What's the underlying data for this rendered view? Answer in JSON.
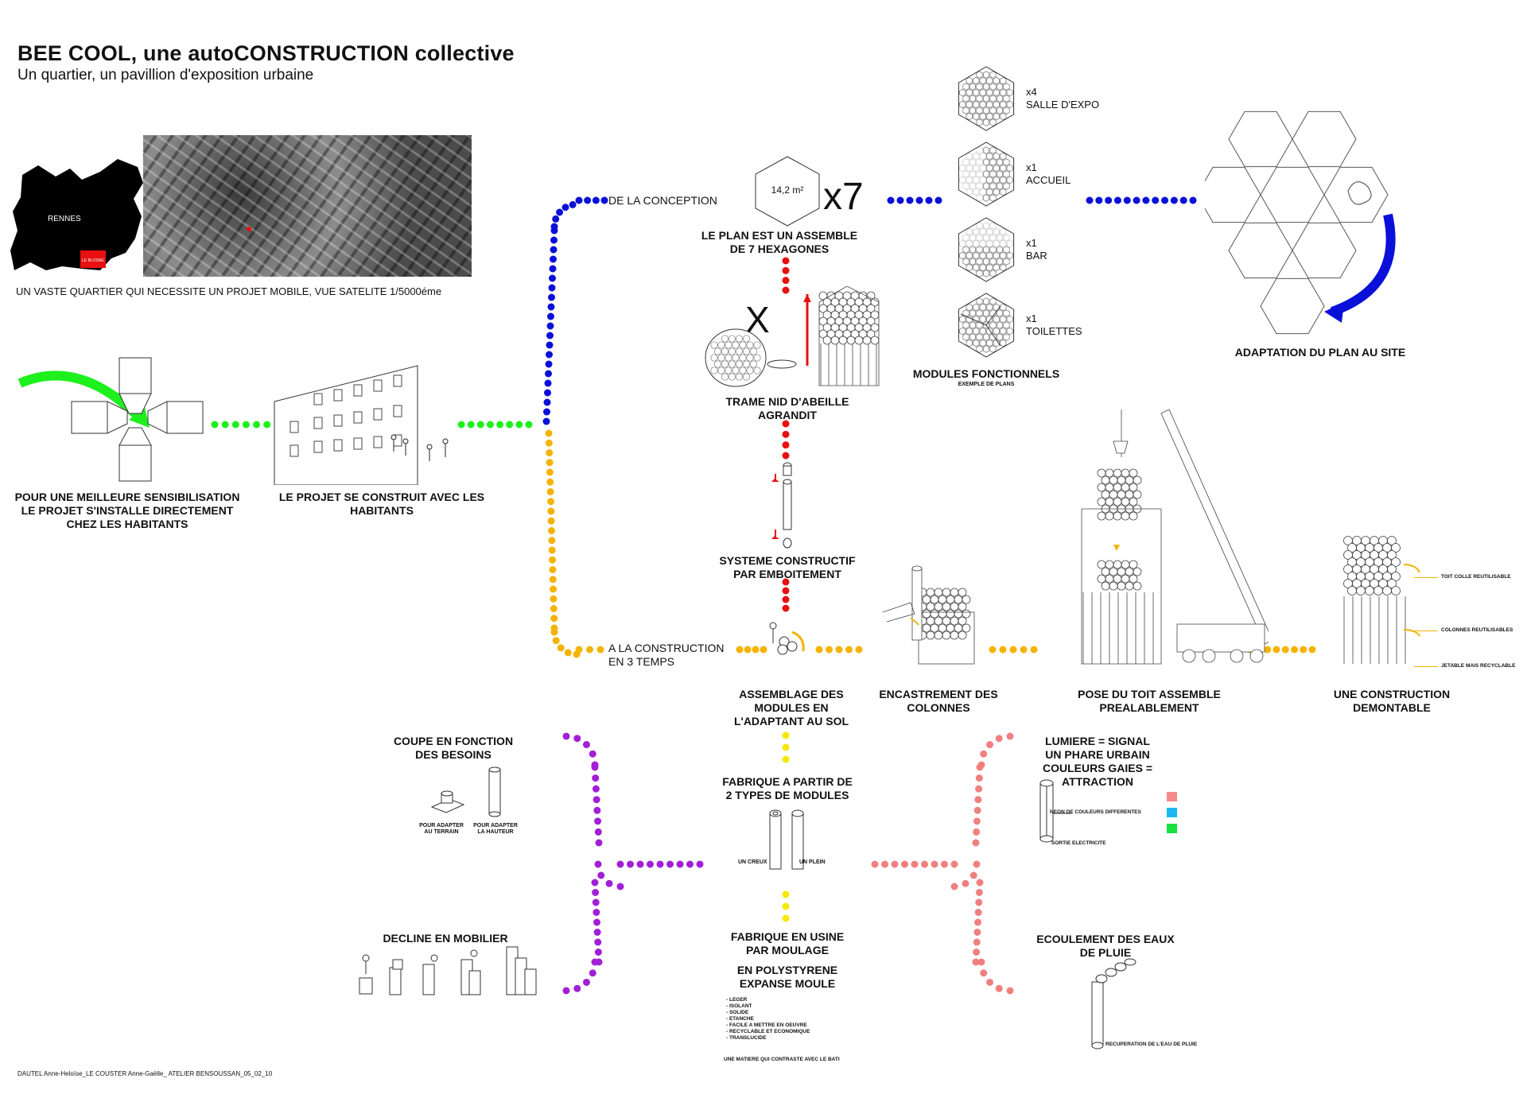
{
  "header": {
    "title": "BEE COOL, une autoCONSTRUCTION  collective",
    "subtitle": "Un quartier, un pavillion d'exposition urbaine"
  },
  "map": {
    "city_label": "RENNES",
    "district_label": "LE BLOSNE",
    "caption": "UN VASTE QUARTIER QUI NECESSITE UN PROJET MOBILE, VUE SATELITE 1/5000éme"
  },
  "left": {
    "sensibilisation": "POUR UNE MEILLEURE SENSIBILISATION\nLE PROJET S'INSTALLE DIRECTEMENT\nCHEZ LES HABITANTS",
    "habitants": "LE PROJET SE CONSTRUIT AVEC LES\nHABITANTS"
  },
  "conception": {
    "label": "DE LA CONCEPTION",
    "area": "14,2 m²",
    "multiplier": "x7",
    "plan_caption": "LE PLAN EST UN ASSEMBLE\nDE 7 HEXAGONES",
    "x_mark": "X",
    "trame_caption": "TRAME NID D'ABEILLE\nAGRANDIT",
    "systeme_caption": "SYSTEME CONSTRUCTIF\nPAR EMBOITEMENT"
  },
  "modules": {
    "items": [
      {
        "count": "x4",
        "name": "SALLE D'EXPO"
      },
      {
        "count": "x1",
        "name": "ACCUEIL"
      },
      {
        "count": "x1",
        "name": "BAR"
      },
      {
        "count": "x1",
        "name": "TOILETTES"
      }
    ],
    "caption": "MODULES FONCTIONNELS",
    "sub": "EXEMPLE DE PLANS"
  },
  "site": {
    "caption": "ADAPTATION DU PLAN AU SITE"
  },
  "construction": {
    "label": "A LA CONSTRUCTION\nEN 3 TEMPS",
    "step1": "ASSEMBLAGE DES\nMODULES EN\nL'ADAPTANT AU SOL",
    "step2": "ENCASTREMENT DES\nCOLONNES",
    "step3": "POSE DU TOIT ASSEMBLE\nPREALABLEMENT",
    "step4": "UNE CONSTRUCTION\nDEMONTABLE",
    "notes": [
      "TOIT COLLE REUTILISABLE",
      "COLONNES REUTILISABLES",
      "JETABLE MAIS RECYCLABLE"
    ]
  },
  "bottom": {
    "coupe": "COUPE EN FONCTION\nDES BESOINS",
    "adapt_terrain": "POUR ADAPTER\nAU TERRAIN",
    "adapt_hauteur": "POUR ADAPTER\nLA HAUTEUR",
    "mobilier": "DECLINE EN MOBILIER",
    "fabrique_types": "FABRIQUE A PARTIR DE\n2 TYPES DE MODULES",
    "un_creux": "UN CREUX",
    "un_plein": "UN PLEIN",
    "usine": "FABRIQUE EN USINE\nPAR MOULAGE",
    "polystyrene": "EN POLYSTYRENE\nEXPANSE MOULE",
    "props": "- LEGER\n- ISOLANT\n- SOLIDE\n- ETANCHE\n- FACILE A METTRE EN OEUVRE\n- RECYCLABLE ET ECONOMIQUE\n- TRANSLUCIDE",
    "matiere": "UNE MATIERE QUI CONTRASTE AVEC LE BATI",
    "lumiere": "LUMIERE = SIGNAL\nUN PHARE URBAIN\nCOULEURS GAIES = ATTRACTION",
    "neon": "NEON DE COULEURS DIFFERENTES",
    "sortie": "SORTIE ELECTRICITE",
    "eaux": "ECOULEMENT DES EAUX\nDE PLUIE",
    "recup": "RECUPERATION DE L'EAU DE PLUIE"
  },
  "footer": {
    "credit": "DAUTEL Anne-Heloïse_LE COUSTER Anne-Gaëlle_ ATELIER BENSOUSSAN_05_02_10"
  },
  "colors": {
    "blue": "#0a10d8",
    "green": "#1ef01e",
    "orange": "#f5b301",
    "red": "#e81010",
    "yellow": "#f4ea00",
    "purple": "#a21fd6",
    "salmon": "#f08080",
    "neon_pink": "#f58a8a",
    "neon_cyan": "#1ab8f0",
    "neon_green": "#17e040"
  }
}
